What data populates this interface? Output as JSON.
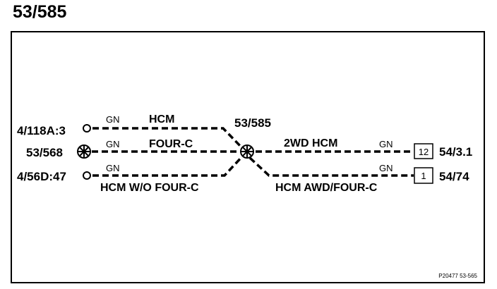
{
  "page_title": "53/585",
  "splice": {
    "label": "53/585"
  },
  "left_terminals": [
    {
      "label": "4/118A:3",
      "color": "GN",
      "circuit": "HCM"
    },
    {
      "label": "53/568",
      "color": "GN",
      "circuit": "FOUR-C"
    },
    {
      "label": "4/56D:47",
      "color": "GN",
      "circuit": "HCM W/O FOUR-C"
    }
  ],
  "right_terminals": [
    {
      "pin": "12",
      "label": "54/3.1",
      "color": "GN",
      "circuit": "2WD HCM"
    },
    {
      "pin": "1",
      "label": "54/74",
      "color": "GN",
      "circuit": "HCM AWD/FOUR-C"
    }
  ],
  "footer_code": "P20477  53-565",
  "colors": {
    "line": "#000000",
    "background": "#ffffff"
  }
}
